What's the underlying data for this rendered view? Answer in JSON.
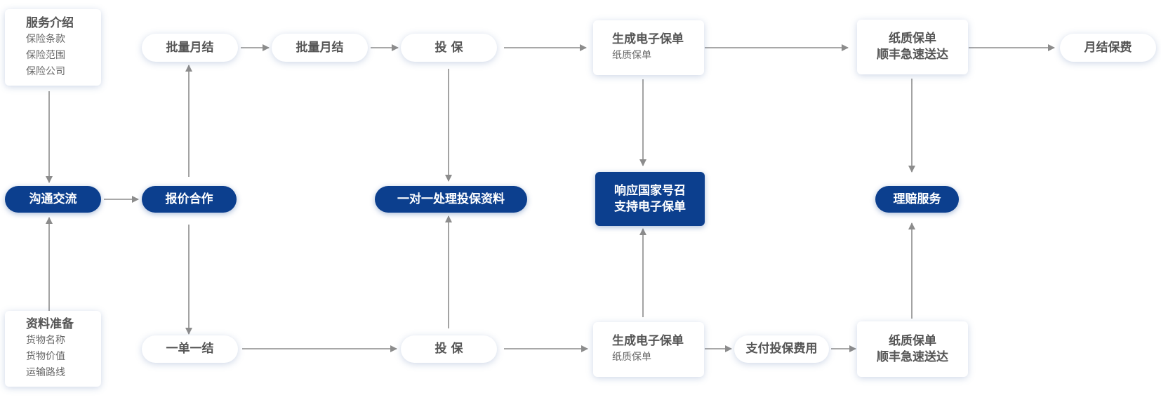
{
  "nodes": {
    "service_intro": {
      "title": "服务介绍",
      "items": [
        "保险条款",
        "保险范围",
        "保险公司"
      ]
    },
    "communicate": {
      "label": "沟通交流"
    },
    "prepare_docs": {
      "title": "资料准备",
      "items": [
        "货物名称",
        "货物价值",
        "运输路线"
      ]
    },
    "quote": {
      "label": "报价合作"
    },
    "batch_monthly_1": {
      "label": "批量月结"
    },
    "batch_monthly_2": {
      "label": "批量月结"
    },
    "insure_top": {
      "label": "投 保"
    },
    "one_to_one": {
      "label": "一对一处理投保资料"
    },
    "single_settle": {
      "label": "一单一结"
    },
    "insure_bottom": {
      "label": "投 保"
    },
    "epolicy_top": {
      "title": "生成电子保单",
      "sub": "纸质保单"
    },
    "national_call": {
      "line1": "响应国家号召",
      "line2": "支持电子保单"
    },
    "epolicy_bottom": {
      "title": "生成电子保单",
      "sub": "纸质保单"
    },
    "pay_premium": {
      "label": "支付投保费用"
    },
    "paper_top": {
      "line1": "纸质保单",
      "line2": "顺丰急速送达"
    },
    "claims": {
      "label": "理赔服务"
    },
    "paper_bottom": {
      "line1": "纸质保单",
      "line2": "顺丰急速送达"
    },
    "monthly_fee": {
      "label": "月结保费"
    }
  },
  "colors": {
    "primary": "#0c3f8e",
    "arrow": "#8c8c8c",
    "text": "#555555"
  }
}
